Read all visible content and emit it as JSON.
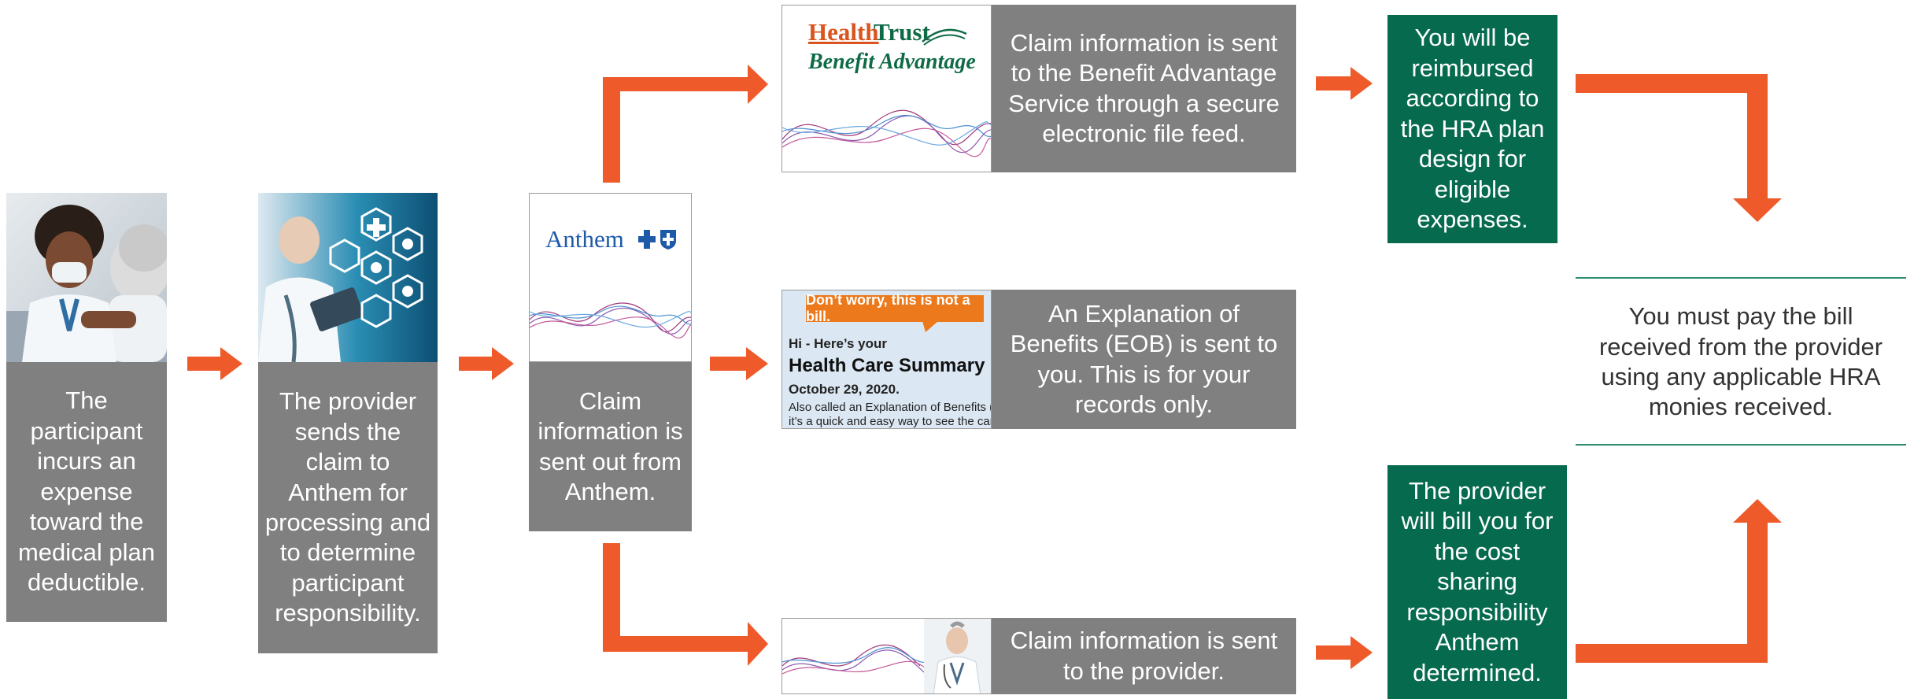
{
  "steps": {
    "participant": "The participant incurs an expense toward the medical plan deductible.",
    "provider_sends": "The provider sends the claim to Anthem for processing and to determine participant responsibility.",
    "claim_out": "Claim information is sent out from Anthem."
  },
  "logos": {
    "anthem": "Anthem",
    "healthtrust_a": "Health",
    "healthtrust_b": "Trust",
    "benefit_advantage": "Benefit Advantage"
  },
  "eob_thumb": {
    "banner": "Don’t worry, this is not a bill.",
    "greeting": "Hi  - Here’s your",
    "title": "Health Care Summary",
    "date": "October 29, 2020.",
    "body_line1": "Also called an Explanation of Benefits (EOB),",
    "body_line2": "it’s a quick and easy way to see the care"
  },
  "branches": {
    "top": "Claim information is sent to the Benefit Advantage Service through a secure electronic file feed.",
    "middle": "An Explanation of Benefits (EOB) is sent to you. This is for your records only.",
    "bottom": "Claim information is sent to the provider."
  },
  "outcomes": {
    "reimbursed": "You will be reimbursed according to the HRA plan design for eligible expenses.",
    "provider_bill": "The provider will bill you for the cost sharing responsibility Anthem determined.",
    "pay_bill": "You must pay the bill received from the provider using any applicable HRA monies received."
  },
  "colors": {
    "arrow": "#ee5a2a",
    "gray_box": "#808080",
    "green_box": "#066b4e",
    "divider": "#2e8b6e",
    "anthem_blue": "#1d5aa8",
    "healthtrust_orange": "#d9541e",
    "healthtrust_green": "#0e6b45",
    "eob_banner": "#ec7a1c"
  }
}
